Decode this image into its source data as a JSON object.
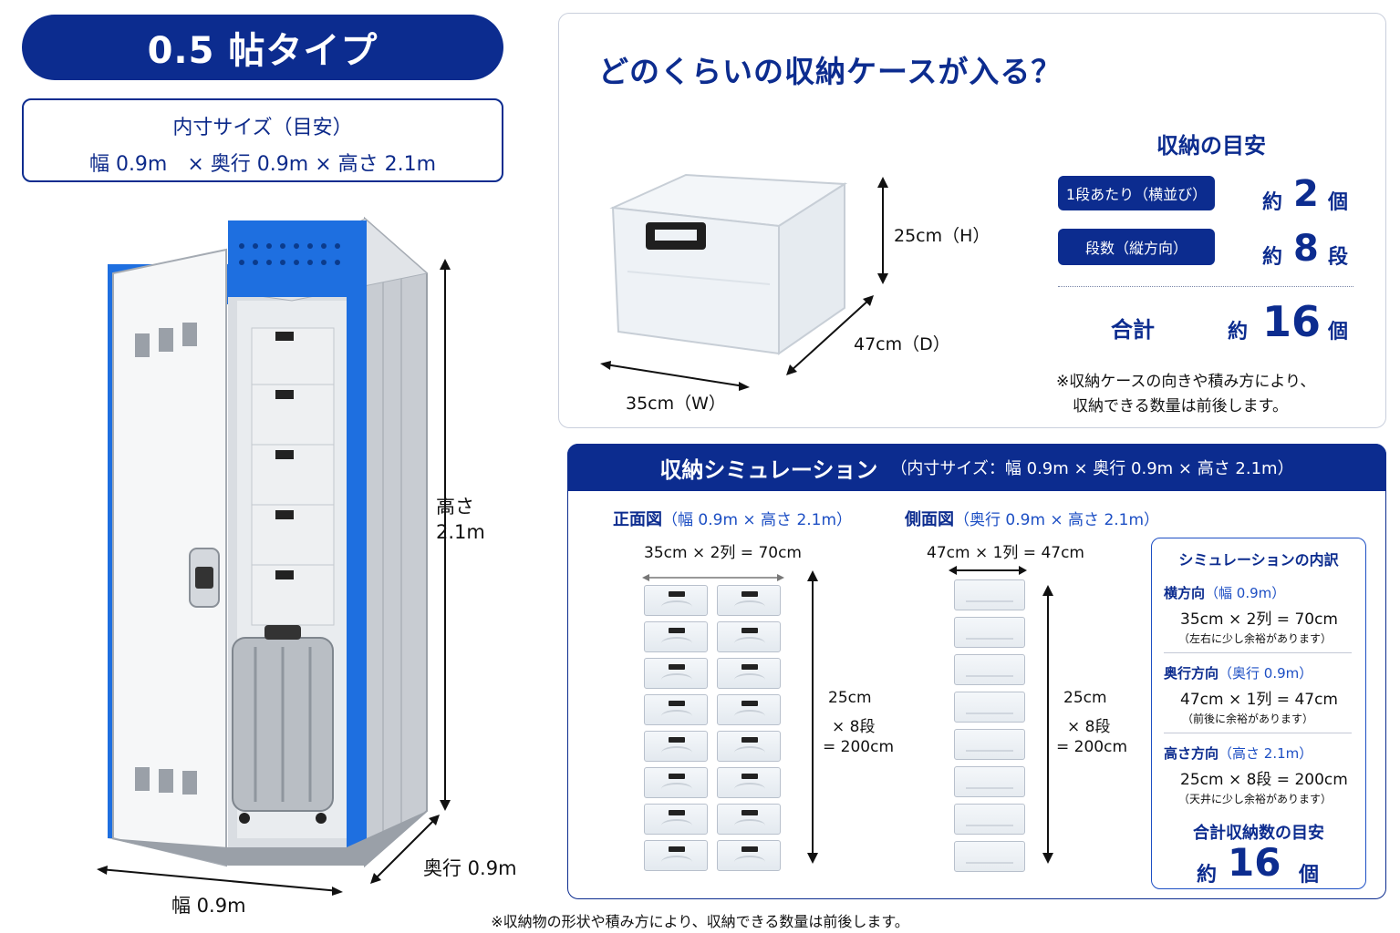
{
  "left": {
    "title": "0.5 帖タイプ",
    "size_label": "内寸サイズ（目安）",
    "size_value": "幅 0.9m　× 奥行 0.9m × 高さ 2.1m",
    "height_label": "高さ",
    "height_value": "2.1m",
    "width_label": "幅 0.9m",
    "depth_label": "奥行 0.9m"
  },
  "case_panel": {
    "title": "どのくらいの収納ケースが入る？",
    "case_height": "25cm（H）",
    "case_depth": "47cm（D）",
    "case_width": "35cm（W）",
    "guide_title": "収納の目安",
    "row1_label": "1段あたり（横並び）",
    "row1_prefix": "約",
    "row1_value": "2",
    "row1_unit": "個",
    "row2_label": "段数（縦方向）",
    "row2_prefix": "約",
    "row2_value": "8",
    "row2_unit": "段",
    "total_label": "合計",
    "total_prefix": "約",
    "total_value": "16",
    "total_unit": "個",
    "note_line1": "※収納ケースの向きや積み方により、",
    "note_line2": "収納できる数量は前後します。"
  },
  "simulation": {
    "header_title": "収納シミュレーション",
    "header_sub": "（内寸サイズ：幅 0.9m × 奥行 0.9m × 高さ 2.1m）",
    "front_title": "正面図",
    "front_sub": "（幅 0.9m × 高さ 2.1m）",
    "front_calc": "35cm × 2列 = 70cm",
    "front_h1": "25cm",
    "front_h2": "× 8段",
    "front_h3": "= 200cm",
    "side_title": "側面図",
    "side_sub": "（奥行 0.9m × 高さ 2.1m）",
    "side_calc": "47cm × 1列 = 47cm",
    "side_h1": "25cm",
    "side_h2": "× 8段",
    "side_h3": "= 200cm",
    "breakdown": {
      "title": "シミュレーションの内訳",
      "h_head": "横方向",
      "h_sub": "（幅 0.9m）",
      "h_val": "35cm × 2列 = 70cm",
      "h_note": "（左右に少し余裕があります）",
      "d_head": "奥行方向",
      "d_sub": "（奥行 0.9m）",
      "d_val": "47cm × 1列 = 47cm",
      "d_note": "（前後に余裕があります）",
      "v_head": "高さ方向",
      "v_sub": "（高さ 2.1m）",
      "v_val": "25cm × 8段 = 200cm",
      "v_note": "（天井に少し余裕があります）",
      "total_title": "合計収納数の目安",
      "total_prefix": "約",
      "total_value": "16",
      "total_unit": "個"
    }
  },
  "footer_note": "※収納物の形状や積み方により、収納できる数量は前後します。",
  "colors": {
    "navy": "#0c2c8f",
    "accent_blue": "#1e6fe0",
    "text": "#111111"
  }
}
